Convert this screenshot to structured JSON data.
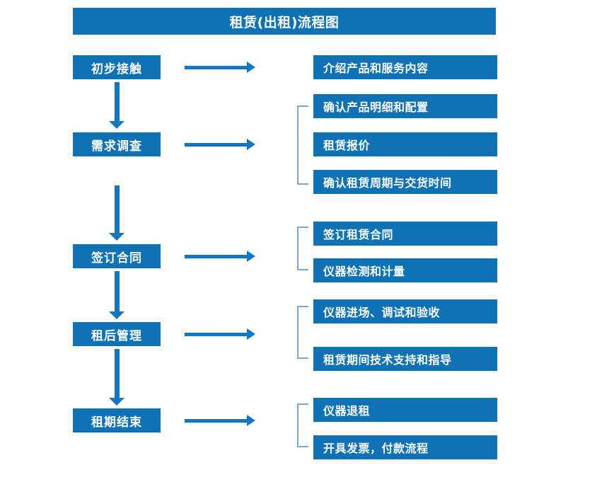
{
  "diagram": {
    "title": "租赁(出租)流程图",
    "colors": {
      "box_fill": "#0f72b5",
      "box_text": "#ffffff",
      "arrow": "#1277c0",
      "bracket": "#7aa8cf",
      "background": "#ffffff"
    },
    "stages": [
      {
        "id": "stage-1",
        "label": "初步接触",
        "outputs": [
          "介绍产品和服务内容"
        ]
      },
      {
        "id": "stage-2",
        "label": "需求调查",
        "outputs": [
          "确认产品明细和配置",
          "租赁报价",
          "确认租赁周期与交货时间"
        ]
      },
      {
        "id": "stage-3",
        "label": "签订合同",
        "outputs": [
          "签订租赁合同",
          "仪器检测和计量"
        ]
      },
      {
        "id": "stage-4",
        "label": "租后管理",
        "outputs": [
          "仪器进场、调试和验收",
          "租赁期间技术支持和指导"
        ]
      },
      {
        "id": "stage-5",
        "label": "租期结束",
        "outputs": [
          "仪器退租",
          "开具发票，付款流程"
        ]
      }
    ]
  }
}
